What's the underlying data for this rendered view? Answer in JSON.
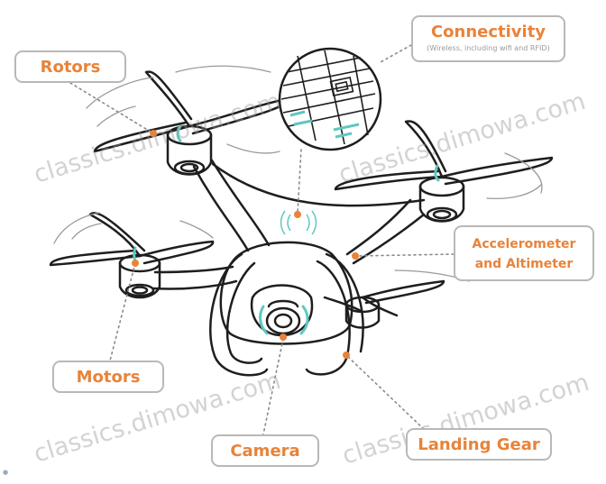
{
  "labels": {
    "rotors": "Rotors",
    "connectivity": "Connectivity",
    "connectivity_sub": "(Wireless, including wifi and RFID)",
    "accel_line1": "Accelerometer",
    "accel_line2": "and Altimeter",
    "motors": "Motors",
    "camera": "Camera",
    "landing_gear": "Landing Gear"
  },
  "watermark": {
    "text": "classics.dimowa.com"
  },
  "colors": {
    "accent": "#e8833a",
    "callout_border": "#b8b8b8",
    "line": "#1e1e1e",
    "teal": "#5ec8c0",
    "watermark": "#969696"
  }
}
